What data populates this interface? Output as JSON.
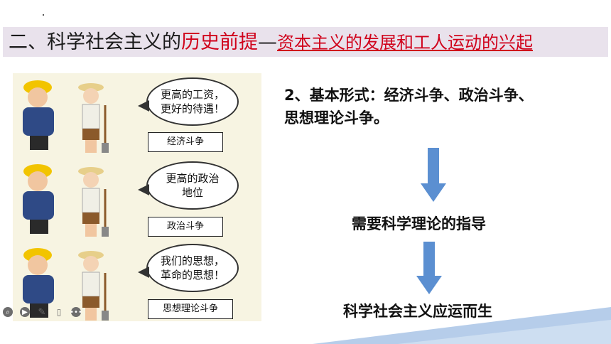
{
  "title": {
    "part1": "二、科学社会主义的",
    "part2": "历史前提",
    "dash": "—",
    "part3": "资本主义的发展和工人运动的兴起"
  },
  "comic": {
    "rows": [
      {
        "bubble_line1": "更高的工资，",
        "bubble_line2": "更好的待遇！",
        "label": "经济斗争"
      },
      {
        "bubble_line1": "更高的政治",
        "bubble_line2": "地位",
        "label": "政治斗争"
      },
      {
        "bubble_line1": "我们的思想，",
        "bubble_line2": "革命的思想！",
        "label": "思想理论斗争"
      }
    ],
    "tool_icons": [
      "zoom-icon",
      "play-icon",
      "pen-icon",
      "phone-icon",
      "more-icon"
    ]
  },
  "main": {
    "point_line1": "2、基本形式：经济斗争、政治斗争、",
    "point_line2": "思想理论斗争。",
    "node1": "需要科学理论的指导",
    "node2": "科学社会主义应运而生"
  },
  "colors": {
    "arrow": "#5b8fd1",
    "accent_red": "#d0021b",
    "title_bg": "#e9e2ec",
    "deco": "#a9c4e6"
  }
}
